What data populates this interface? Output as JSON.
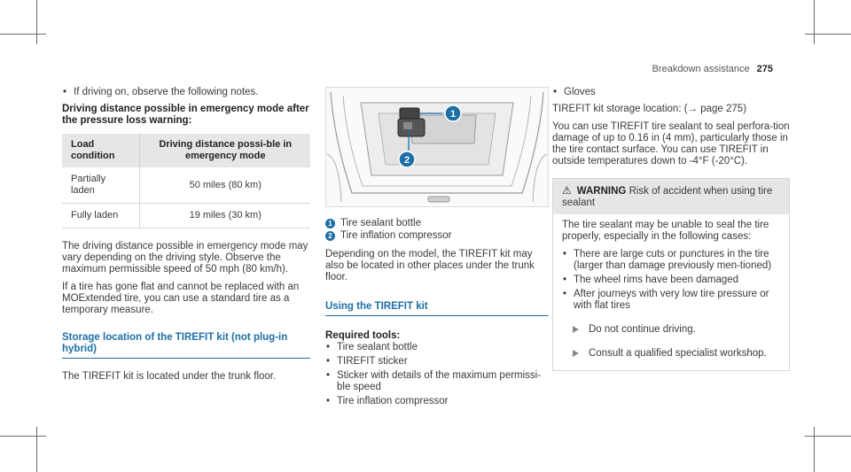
{
  "header": {
    "section": "Breakdown assistance",
    "page": "275"
  },
  "col1": {
    "bullet_intro": "If driving on, observe the following notes.",
    "subheading": "Driving distance possible in emergency mode after the pressure loss warning:",
    "table": {
      "headers": [
        "Load condition",
        "Driving distance possi-ble in emergency mode"
      ],
      "rows": [
        [
          "Partially laden",
          "50 miles (80 km)"
        ],
        [
          "Fully laden",
          "19 miles (30 km)"
        ]
      ]
    },
    "para1": "The driving distance possible in emergency mode may vary depending on the driving style. Observe the maximum permissible speed of 50 mph (80 km/h).",
    "para2": "If a tire has gone flat and cannot be replaced with an MOExtended tire, you can use a standard tire as a temporary measure.",
    "section_title": "Storage location of the TIREFIT kit (not plug-in hybrid)",
    "para3": "The TIREFIT kit is located under the trunk floor."
  },
  "col2": {
    "callouts": [
      "1",
      "2"
    ],
    "legend": [
      {
        "num": "1",
        "text": "Tire sealant bottle"
      },
      {
        "num": "2",
        "text": "Tire inflation compressor"
      }
    ],
    "para1": "Depending on the model, the TIREFIT kit may also be located in other places under the trunk floor.",
    "section_title": "Using the TIREFIT kit",
    "req_title": "Required tools:",
    "tools": [
      "Tire sealant bottle",
      "TIREFIT sticker",
      "Sticker with details of the maximum permissi-ble speed",
      "Tire inflation compressor"
    ]
  },
  "col3": {
    "bullet_gloves": "Gloves",
    "storage_text": "TIREFIT kit storage location: (→ page 275)",
    "para_use": "You can use TIREFIT tire sealant to seal perfora-tion damage of up to 0.16 in (4 mm), particularly those in the tire contact surface. You can use TIREFIT in outside temperatures down to -4°F (-20°C).",
    "warning": {
      "label": "WARNING",
      "title": "Risk of accident when using tire sealant",
      "intro": "The tire sealant may be unable to seal the tire properly, especially in the following cases:",
      "cases": [
        "There are large cuts or punctures in the tire (larger than damage previously men-tioned)",
        "The wheel rims have been damaged",
        "After journeys with very low tire pressure or with flat tires"
      ],
      "actions": [
        "Do not continue driving.",
        "Consult a qualified specialist workshop."
      ]
    }
  },
  "colors": {
    "accent": "#1d6fa6",
    "header_bg": "#e6e6e6",
    "text": "#3a3a3a"
  }
}
